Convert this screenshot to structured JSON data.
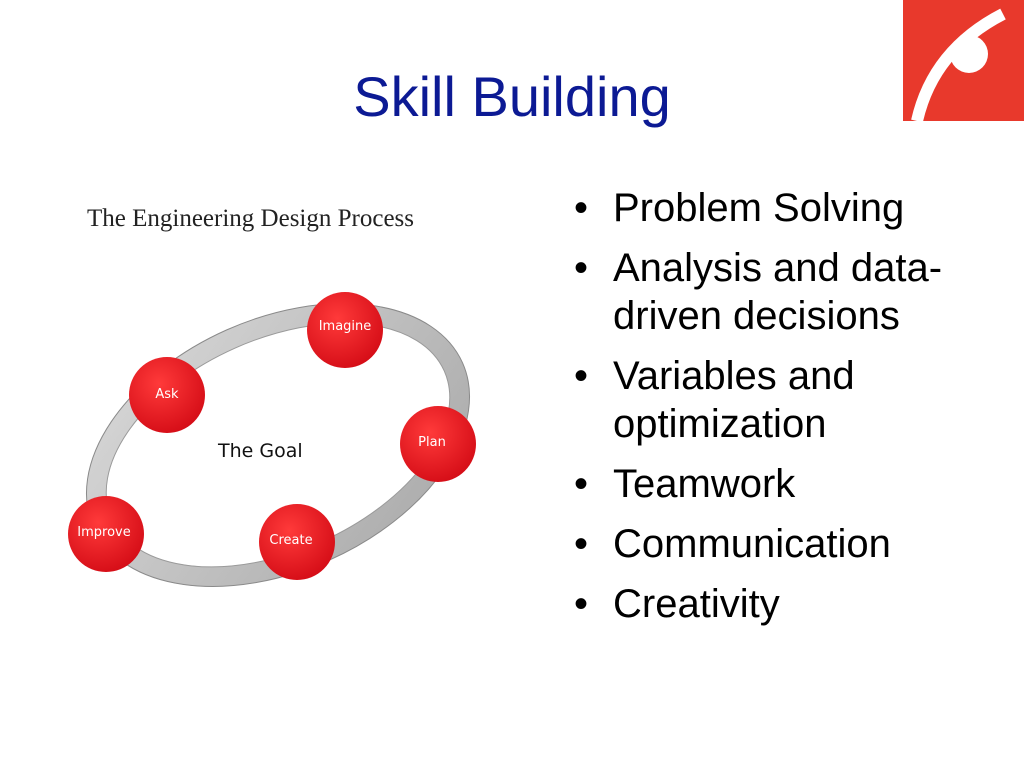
{
  "slide": {
    "title": "Skill Building",
    "title_color": "#0c1a94",
    "logo_icon": "red-square-arc-logo-icon",
    "logo_color": "#e8392c"
  },
  "diagram": {
    "title": "The Engineering Design Process",
    "center_label": "The Goal",
    "node_color": "#e3101d",
    "ring_color": "#b8b8b8",
    "nodes": [
      {
        "label": "Imagine"
      },
      {
        "label": "Ask"
      },
      {
        "label": "Plan"
      },
      {
        "label": "Improve"
      },
      {
        "label": "Create"
      }
    ]
  },
  "bullets": {
    "marker": "•",
    "items": [
      {
        "text": "Problem Solving"
      },
      {
        "text": "Analysis and data-driven decisions"
      },
      {
        "text": "Variables and optimization"
      },
      {
        "text": "Teamwork"
      },
      {
        "text": "Communication"
      },
      {
        "text": "Creativity"
      }
    ]
  }
}
